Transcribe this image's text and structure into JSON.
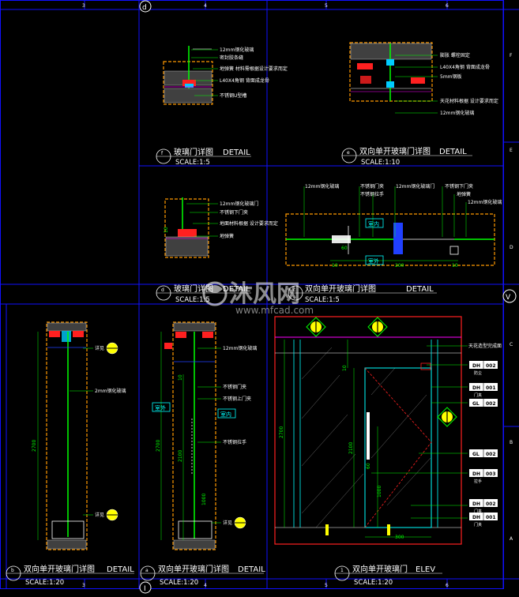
{
  "grid": {
    "top_numbers": [
      "3",
      "4",
      "5",
      "6"
    ],
    "bottom_numbers": [
      "3",
      "4",
      "5",
      "6"
    ],
    "right_letters": [
      "F",
      "E",
      "D",
      "C",
      "B",
      "A"
    ],
    "top_marker": "d",
    "right_marker": "V",
    "bottom_marker": "I"
  },
  "details": {
    "f": {
      "id": "f",
      "title": "玻璃门详图",
      "title_en": "DETAIL",
      "scale": "SCALE:1:5",
      "notes": [
        "12mm钢化玻璃",
        "密封胶条缝",
        "地弹簧 材料需根据设计要求而定",
        "L40X4角钢 背面成龙骨",
        "不锈钢U型槽"
      ]
    },
    "e": {
      "id": "e",
      "title": "双向单开玻璃门详图",
      "title_en": "DETAIL",
      "scale": "SCALE:1:10",
      "notes": [
        "膨胀 螺栓固定",
        "L40X4角钢 背面成龙骨",
        "5mm钢板",
        "天花材料根据 设计要求而定",
        "12mm钢化玻璃"
      ]
    },
    "d": {
      "id": "d",
      "title": "玻璃门详图",
      "title_en": "DETAIL",
      "scale": "SCALE:1:5",
      "notes": [
        "12mm钢化玻璃门",
        "不锈钢下门夹",
        "地面材料根据 设计要求而定",
        "地弹簧"
      ],
      "dim": "10"
    },
    "c": {
      "id": "c",
      "title": "双向单开玻璃门详图",
      "title_en": "DETAIL",
      "scale": "SCALE:1:5",
      "notes_left": [
        "12mm钢化玻璃",
        "不锈钢门夹",
        "不锈钢拉手",
        "12mm钢化玻璃门"
      ],
      "notes_right": [
        "不锈钢下门夹",
        "地弹簧",
        "12mm钢化玻璃"
      ],
      "room_in": "室内",
      "room_out": "室外",
      "dims": [
        "60",
        "10",
        "200",
        "10"
      ]
    },
    "b": {
      "id": "b",
      "title": "双向单开玻璃门详图",
      "title_en": "DETAIL",
      "scale": "SCALE:1:20",
      "notes": [
        "2mm钢化玻璃"
      ],
      "callouts": [
        "详见",
        "详见"
      ],
      "dim": "2700"
    },
    "a": {
      "id": "a",
      "title": "双向单开玻璃门详图",
      "title_en": "DETAIL",
      "scale": "SCALE:1:20",
      "notes": [
        "12mm钢化玻璃",
        "不锈钢门夹",
        "不锈钢上门夹",
        "不锈钢拉手"
      ],
      "room_out": "室外",
      "room_in": "室内",
      "callout": "详见",
      "dims": [
        "2700",
        "10",
        "2100",
        "1000"
      ]
    },
    "elev": {
      "id": "1",
      "title": "双向单开玻璃门",
      "title_en": "ELEV",
      "scale": "SCALE:1:20",
      "ceiling_note": "天花造型完成面",
      "dims": [
        "2700",
        "2100",
        "1000",
        "60",
        "300",
        "10"
      ],
      "tags": [
        {
          "a": "DH",
          "b": "002",
          "label": "防尘"
        },
        {
          "a": "DH",
          "b": "001",
          "label": "门夹"
        },
        {
          "a": "GL",
          "b": "002",
          "label": ""
        },
        {
          "a": "GL",
          "b": "002",
          "label": ""
        },
        {
          "a": "DH",
          "b": "003",
          "label": "拉手"
        },
        {
          "a": "DH",
          "b": "002",
          "label": "门夹"
        },
        {
          "a": "DH",
          "b": "001",
          "label": "门夹"
        }
      ]
    }
  },
  "watermark": {
    "brand": "沐风网",
    "url": "www.mfcad.com"
  }
}
